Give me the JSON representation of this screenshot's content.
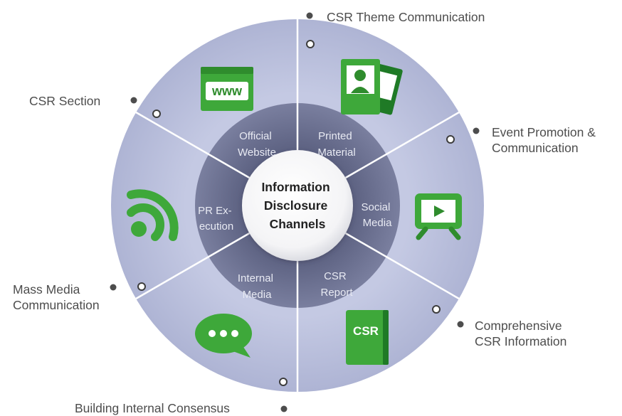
{
  "center": {
    "lines": [
      "Information",
      "Disclosure",
      "Channels"
    ]
  },
  "segments": [
    {
      "id": "official-website",
      "inner_label": [
        "Official",
        "Website"
      ],
      "icon": "www-icon",
      "outer_label": [
        "CSR Section"
      ]
    },
    {
      "id": "printed-material",
      "inner_label": [
        "Printed",
        "Material"
      ],
      "icon": "photo-cards-icon",
      "outer_label": [
        "CSR Theme Communication"
      ]
    },
    {
      "id": "social-media",
      "inner_label": [
        "Social",
        "Media"
      ],
      "icon": "video-screen-icon",
      "outer_label": [
        "Event Promotion &",
        "Communication"
      ]
    },
    {
      "id": "csr-report",
      "inner_label": [
        "CSR",
        "Report"
      ],
      "icon": "csr-book-icon",
      "icon_text": "CSR",
      "outer_label": [
        "Comprehensive",
        "CSR Information"
      ]
    },
    {
      "id": "internal-media",
      "inner_label": [
        "Internal",
        "Media"
      ],
      "icon": "chat-bubble-icon",
      "outer_label": [
        "Building Internal Consensus"
      ]
    },
    {
      "id": "pr-execution",
      "inner_label": [
        "PR Ex-",
        "ecution"
      ],
      "icon": "rss-feed-icon",
      "outer_label": [
        "Mass Media",
        "Communication"
      ]
    }
  ],
  "colors": {
    "outer_ring": "#b9bfdc",
    "inner_ring": "#6b7090",
    "center": "#ffffff",
    "icon_green": "#3ea83a",
    "icon_dark_green": "#1f7a26",
    "label_text": "#4d4d4d",
    "divider": "#ffffff"
  }
}
